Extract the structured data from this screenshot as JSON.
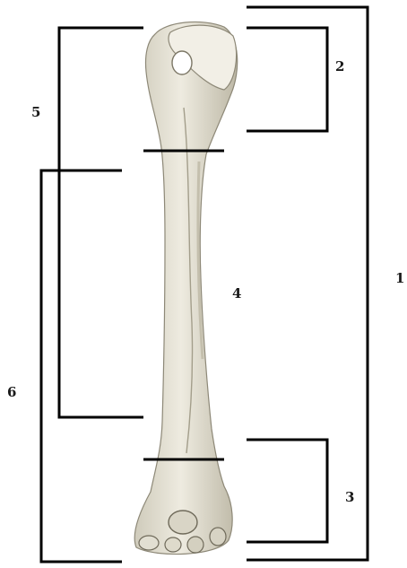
{
  "labels": {
    "one": "1",
    "two": "2",
    "three": "3",
    "four": "4",
    "five": "5",
    "six": "6"
  },
  "colors": {
    "bone": "#e6e3d6",
    "bone_shadow": "#b9b4a2",
    "line": "#000000"
  }
}
